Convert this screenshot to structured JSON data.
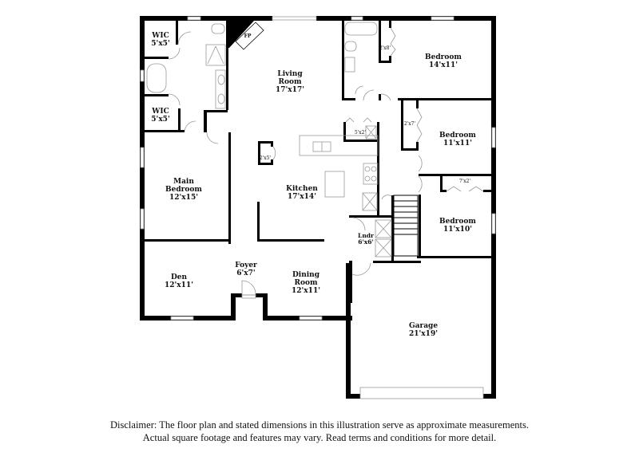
{
  "floor_plan": {
    "rooms": [
      {
        "id": "wic-top",
        "name": "WIC",
        "dims": "5'x5'"
      },
      {
        "id": "wic-bottom",
        "name": "WIC",
        "dims": "5'x5'"
      },
      {
        "id": "fireplace",
        "name": "FP"
      },
      {
        "id": "living-room",
        "name": "Living Room",
        "name_line1": "Living",
        "name_line2": "Room",
        "dims": "17'x17'"
      },
      {
        "id": "bedroom-1",
        "name": "Bedroom",
        "dims": "14'x11'"
      },
      {
        "id": "bedroom-2",
        "name": "Bedroom",
        "dims": "11'x11'"
      },
      {
        "id": "bedroom-3",
        "name": "Bedroom",
        "dims": "11'x10'"
      },
      {
        "id": "main-bedroom",
        "name": "Main Bedroom",
        "name_line1": "Main",
        "name_line2": "Bedroom",
        "dims": "12'x15'"
      },
      {
        "id": "kitchen",
        "name": "Kitchen",
        "dims": "17'x14'"
      },
      {
        "id": "laundry",
        "name": "Lndr",
        "dims": "6'x6'"
      },
      {
        "id": "den",
        "name": "Den",
        "dims": "12'x11'"
      },
      {
        "id": "foyer",
        "name": "Foyer",
        "dims": "6'x7'"
      },
      {
        "id": "dining-room",
        "name": "Dining Room",
        "name_line1": "Dining",
        "name_line2": "Room",
        "dims": "12'x11'"
      },
      {
        "id": "garage",
        "name": "Garage",
        "dims": "21'x19'"
      }
    ],
    "closets": [
      {
        "id": "closet-bed1",
        "dims": "2'x8'"
      },
      {
        "id": "closet-bed2",
        "dims": "2'x7'"
      },
      {
        "id": "closet-bed3",
        "dims": "7'x2'"
      },
      {
        "id": "pantry",
        "dims": "5'x2'"
      },
      {
        "id": "closet-kitchen",
        "dims": "2'x5'"
      }
    ]
  },
  "disclaimer": {
    "line1": "Disclaimer: The floor plan and stated dimensions in this illustration serve as approximate measurements.",
    "line2": "Actual square footage and features may vary. Read terms and conditions for more detail."
  }
}
